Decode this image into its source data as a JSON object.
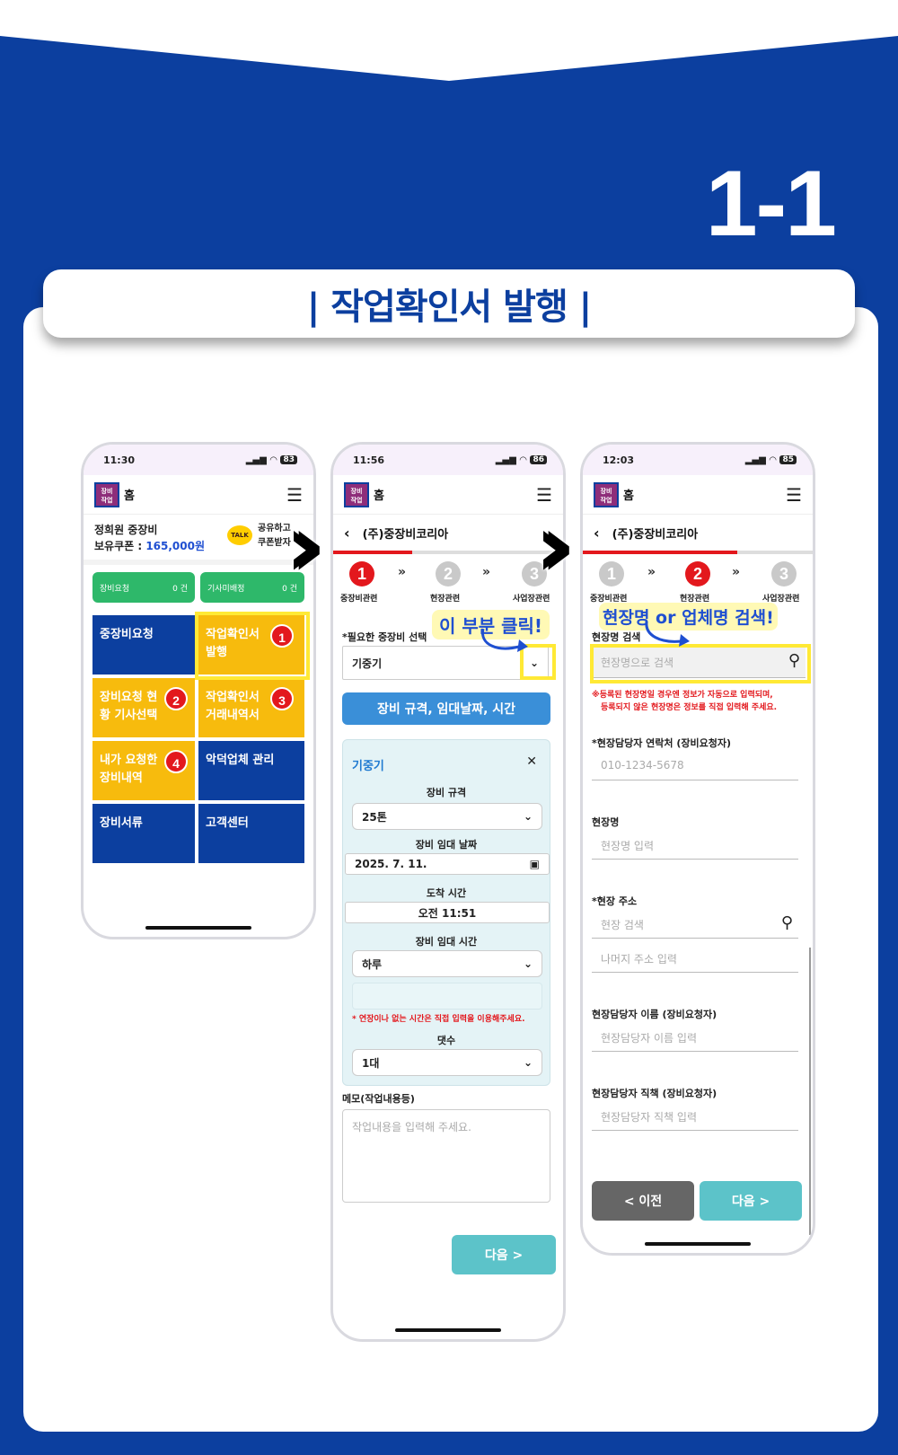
{
  "header": {
    "step_number": "1-1",
    "title": "| 작업확인서 발행 |"
  },
  "colors": {
    "brand_blue": "#0c3f9f",
    "accent_yellow": "#f7bb0d",
    "badge_red": "#e3181d",
    "highlight": "#ffe935",
    "teal": "#5cc3c9"
  },
  "phone1": {
    "time": "11:30",
    "battery": "83",
    "home_label": "홈",
    "user_name": "정희원 중장비",
    "coupon_label": "보유쿠폰 : ",
    "coupon_value": "165,000원",
    "share_text_1": "공유하고",
    "share_text_2": "쿠폰받자",
    "talk_icon": "TALK",
    "green_buttons": [
      {
        "label": "장비요청",
        "count": "0 건"
      },
      {
        "label": "기사미배정",
        "count": "0 건"
      }
    ],
    "tiles": [
      {
        "label": "중장비요청"
      },
      {
        "label": "작업확인서 발행",
        "badge": "1"
      },
      {
        "label": "장비요청 현황 기사선택",
        "badge": "2"
      },
      {
        "label": "작업확인서 거래내역서",
        "badge": "3"
      },
      {
        "label": "내가 요청한 장비내역",
        "badge": "4"
      },
      {
        "label": "악덕업체 관리"
      },
      {
        "label": "장비서류"
      },
      {
        "label": "고객센터"
      }
    ]
  },
  "phone2": {
    "time": "11:56",
    "battery": "86",
    "home_label": "홈",
    "company": "(주)중장비코리아",
    "steps": [
      {
        "num": "1",
        "label": "중장비관련"
      },
      {
        "num": "2",
        "label": "현장관련"
      },
      {
        "num": "3",
        "label": "사업장관련"
      }
    ],
    "step_sep": "»",
    "callout": "이 부분 클릭!",
    "equip_label": "*필요한 중장비 선택",
    "equip_value": "기중기",
    "spec_button": "장비 규격, 임대날짜, 시간",
    "panel_title": "기중기",
    "close": "✕",
    "spec_label": "장비 규격",
    "spec_value": "25톤",
    "date_label": "장비 임대 날짜",
    "date_value": "2025. 7. 11.",
    "arrive_label": "도착 시간",
    "arrive_value": "오전 11:51",
    "rent_label": "장비 임대 시간",
    "rent_value": "하루",
    "warn": "* 연장이나 없는 시간은 직접 입력을 이용해주세요.",
    "count_label": "댓수",
    "count_value": "1대",
    "memo_label": "메모(작업내용등)",
    "memo_placeholder": "작업내용을 입력해 주세요.",
    "next": "다음 >"
  },
  "phone3": {
    "time": "12:03",
    "battery": "85",
    "home_label": "홈",
    "company": "(주)중장비코리아",
    "steps": [
      {
        "num": "1",
        "label": "중장비관련"
      },
      {
        "num": "2",
        "label": "현장관련"
      },
      {
        "num": "3",
        "label": "사업장관련"
      }
    ],
    "step_sep": "»",
    "callout": "현장명 or 업체명 검색!",
    "site_search_label": "현장명 검색",
    "site_search_placeholder": "현장명으로 검색",
    "warn_1": "※등록된 현장명일 경우엔 정보가 자동으로 입력되며,",
    "warn_2": "등록되지 않은 현장명은 정보를 직접 입력해 주세요.",
    "contact_label": "*현장담당자 연락처 (장비요청자)",
    "contact_placeholder": "010-1234-5678",
    "site_name_label": "현장명",
    "site_name_placeholder": "현장명 입력",
    "address_label": "*현장 주소",
    "address_placeholder": "현장 검색",
    "address_detail_placeholder": "나머지 주소 입력",
    "manager_name_label": "현장담당자 이름 (장비요청자)",
    "manager_name_placeholder": "현장담당자 이름 입력",
    "manager_title_label": "현장담당자 직책 (장비요청자)",
    "manager_title_placeholder": "현장담당자 직책 입력",
    "prev": "< 이전",
    "next": "다음 >"
  }
}
